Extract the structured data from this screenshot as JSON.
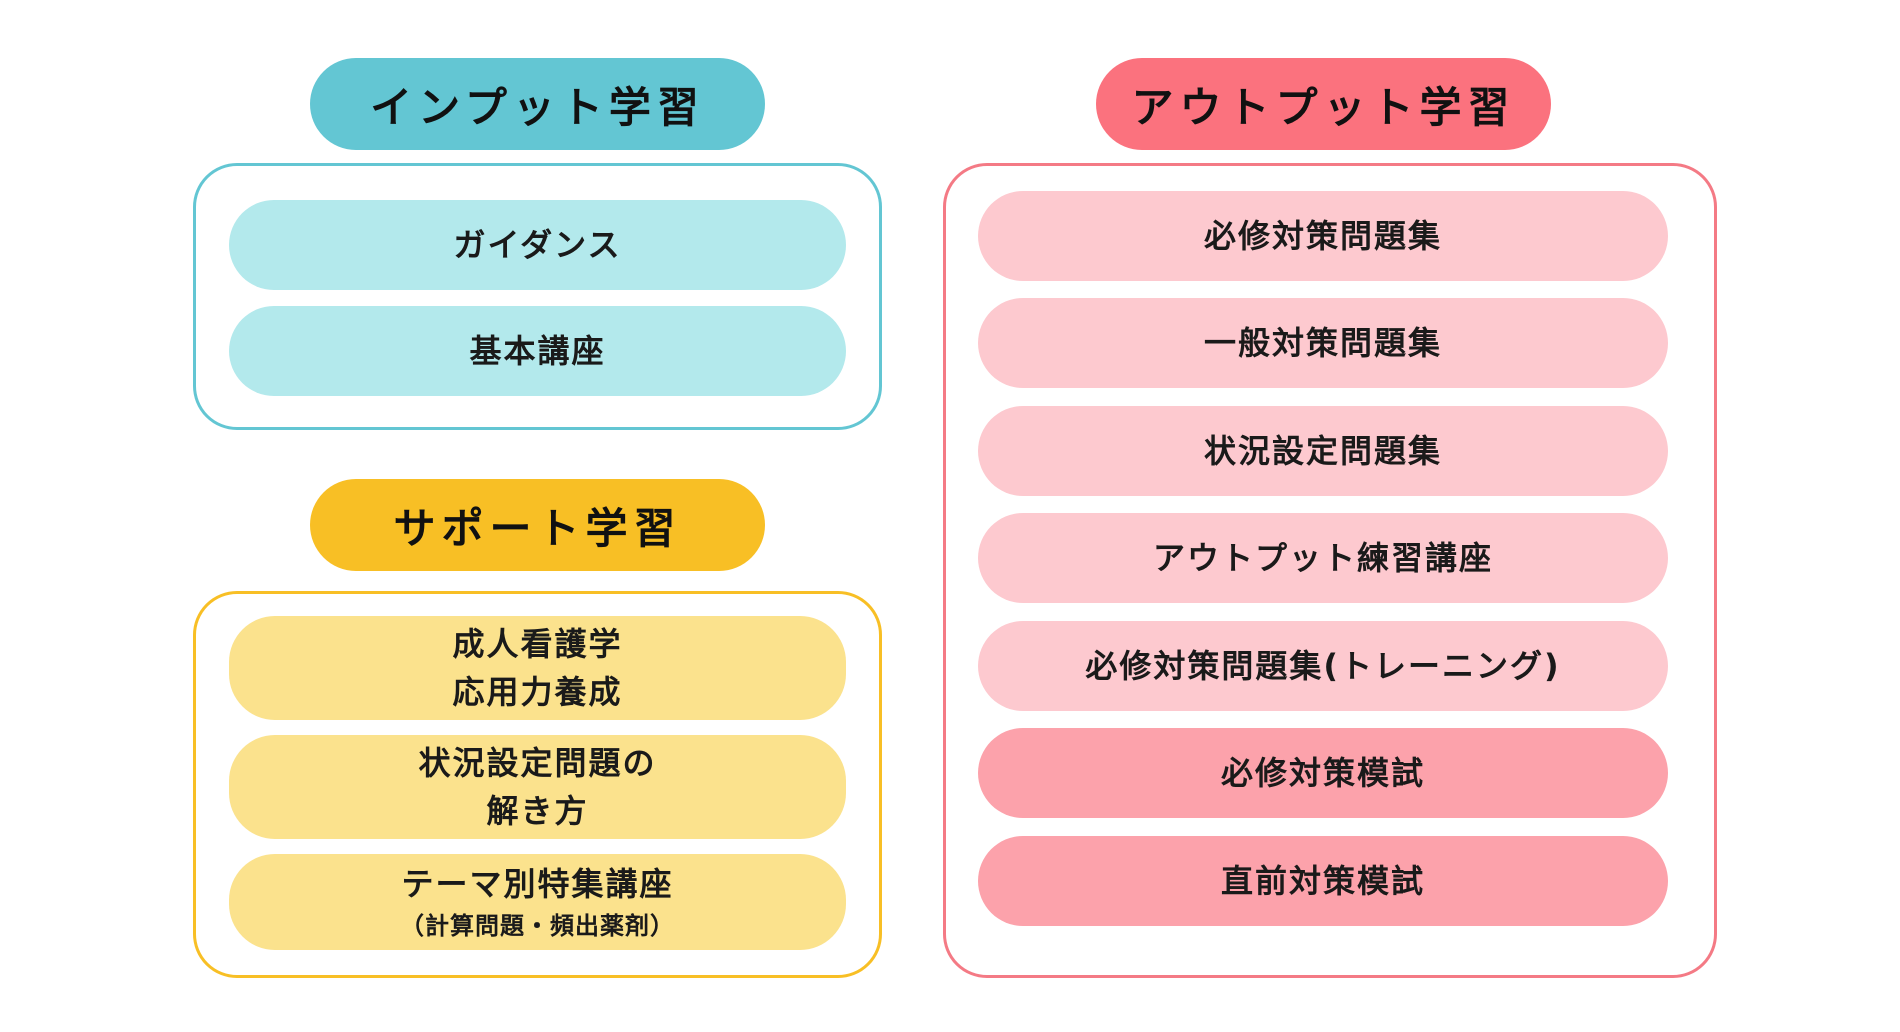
{
  "input": {
    "heading": "インプット学習",
    "items": [
      "ガイダンス",
      "基本講座"
    ]
  },
  "support": {
    "heading": "サポート学習",
    "items": [
      {
        "line1": "成人看護学",
        "line2": "応用力養成"
      },
      {
        "line1": "状況設定問題の",
        "line2": "解き方"
      },
      {
        "line1": "テーマ別特集講座",
        "line2": "（計算問題・頻出薬剤）"
      }
    ]
  },
  "output": {
    "heading": "アウトプット学習",
    "items": [
      "必修対策問題集",
      "一般対策問題集",
      "状況設定問題集",
      "アウトプット練習講座",
      "必修対策問題集(トレーニング)",
      "必修対策模試",
      "直前対策模試"
    ]
  },
  "colors": {
    "input_heading": "#63c6d3",
    "input_item": "#b3e9ec",
    "support_heading": "#f8bf25",
    "support_item": "#fbe28d",
    "output_heading": "#fb727e",
    "output_item": "#fdc9cf",
    "output_item_emphasis": "#fca2ab"
  }
}
